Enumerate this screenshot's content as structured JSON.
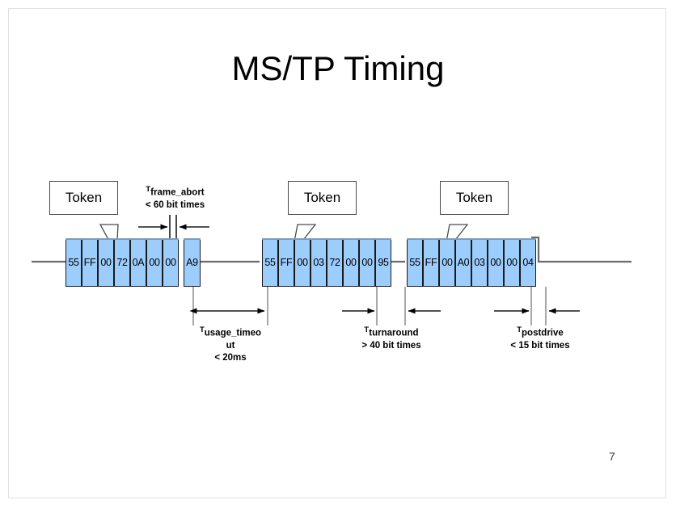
{
  "slide": {
    "title": "MS/TP Timing",
    "page_number": "7",
    "border_color": "#e2e2e2"
  },
  "colors": {
    "cell_fill": "#9CCDFC",
    "cell_border": "#1a1a1a",
    "signal_line": "#6b6b6b",
    "guide_line": "#8a8a8a",
    "arrow": "#000000",
    "callout_border": "#4a4a4a",
    "text": "#000000"
  },
  "callouts": [
    {
      "label": "Token",
      "name": "callout-token-1"
    },
    {
      "label": "Token",
      "name": "callout-token-2"
    },
    {
      "label": "Token",
      "name": "callout-token-3"
    }
  ],
  "frames": [
    {
      "name": "frame-1",
      "bytes": [
        "55",
        "FF",
        "00",
        "72",
        "0A",
        "00",
        "00"
      ],
      "trailing_bytes": [
        "A9"
      ]
    },
    {
      "name": "frame-2",
      "bytes": [
        "55",
        "FF",
        "00",
        "03",
        "72",
        "00",
        "00",
        "95"
      ],
      "trailing_bytes": []
    },
    {
      "name": "frame-3",
      "bytes": [
        "55",
        "FF",
        "00",
        "A0",
        "03",
        "00",
        "00",
        "04"
      ],
      "trailing_bytes": []
    }
  ],
  "measurements": [
    {
      "name": "t-frame-abort",
      "symbol_prefix": "T",
      "symbol_subscript": "frame_abort",
      "value": "< 60 bit times"
    },
    {
      "name": "t-usage-timeout",
      "symbol_prefix": "T",
      "symbol_subscript": "usage_timeo",
      "symbol_subscript_wrap": "ut",
      "value": "< 20ms"
    },
    {
      "name": "t-turnaround",
      "symbol_prefix": "T",
      "symbol_subscript": "turnaround",
      "value": "> 40 bit times"
    },
    {
      "name": "t-postdrive",
      "symbol_prefix": "T",
      "symbol_subscript": "postdrive",
      "value": "< 15 bit times"
    }
  ]
}
